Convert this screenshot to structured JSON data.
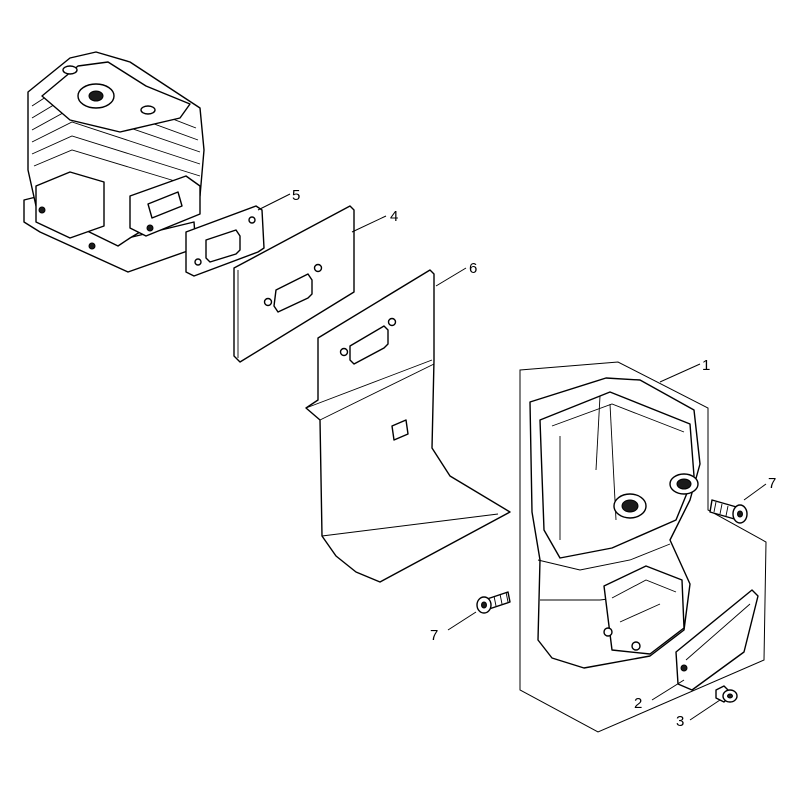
{
  "diagram": {
    "callouts": [
      {
        "id": "muffler",
        "label": "1"
      },
      {
        "id": "deflector-plate",
        "label": "2"
      },
      {
        "id": "deflector-screw",
        "label": "3"
      },
      {
        "id": "heat-plate",
        "label": "4"
      },
      {
        "id": "gasket",
        "label": "5"
      },
      {
        "id": "heat-shield",
        "label": "6"
      },
      {
        "id": "muffler-bolt-right",
        "label": "7"
      },
      {
        "id": "muffler-bolt-left",
        "label": "7"
      }
    ]
  }
}
